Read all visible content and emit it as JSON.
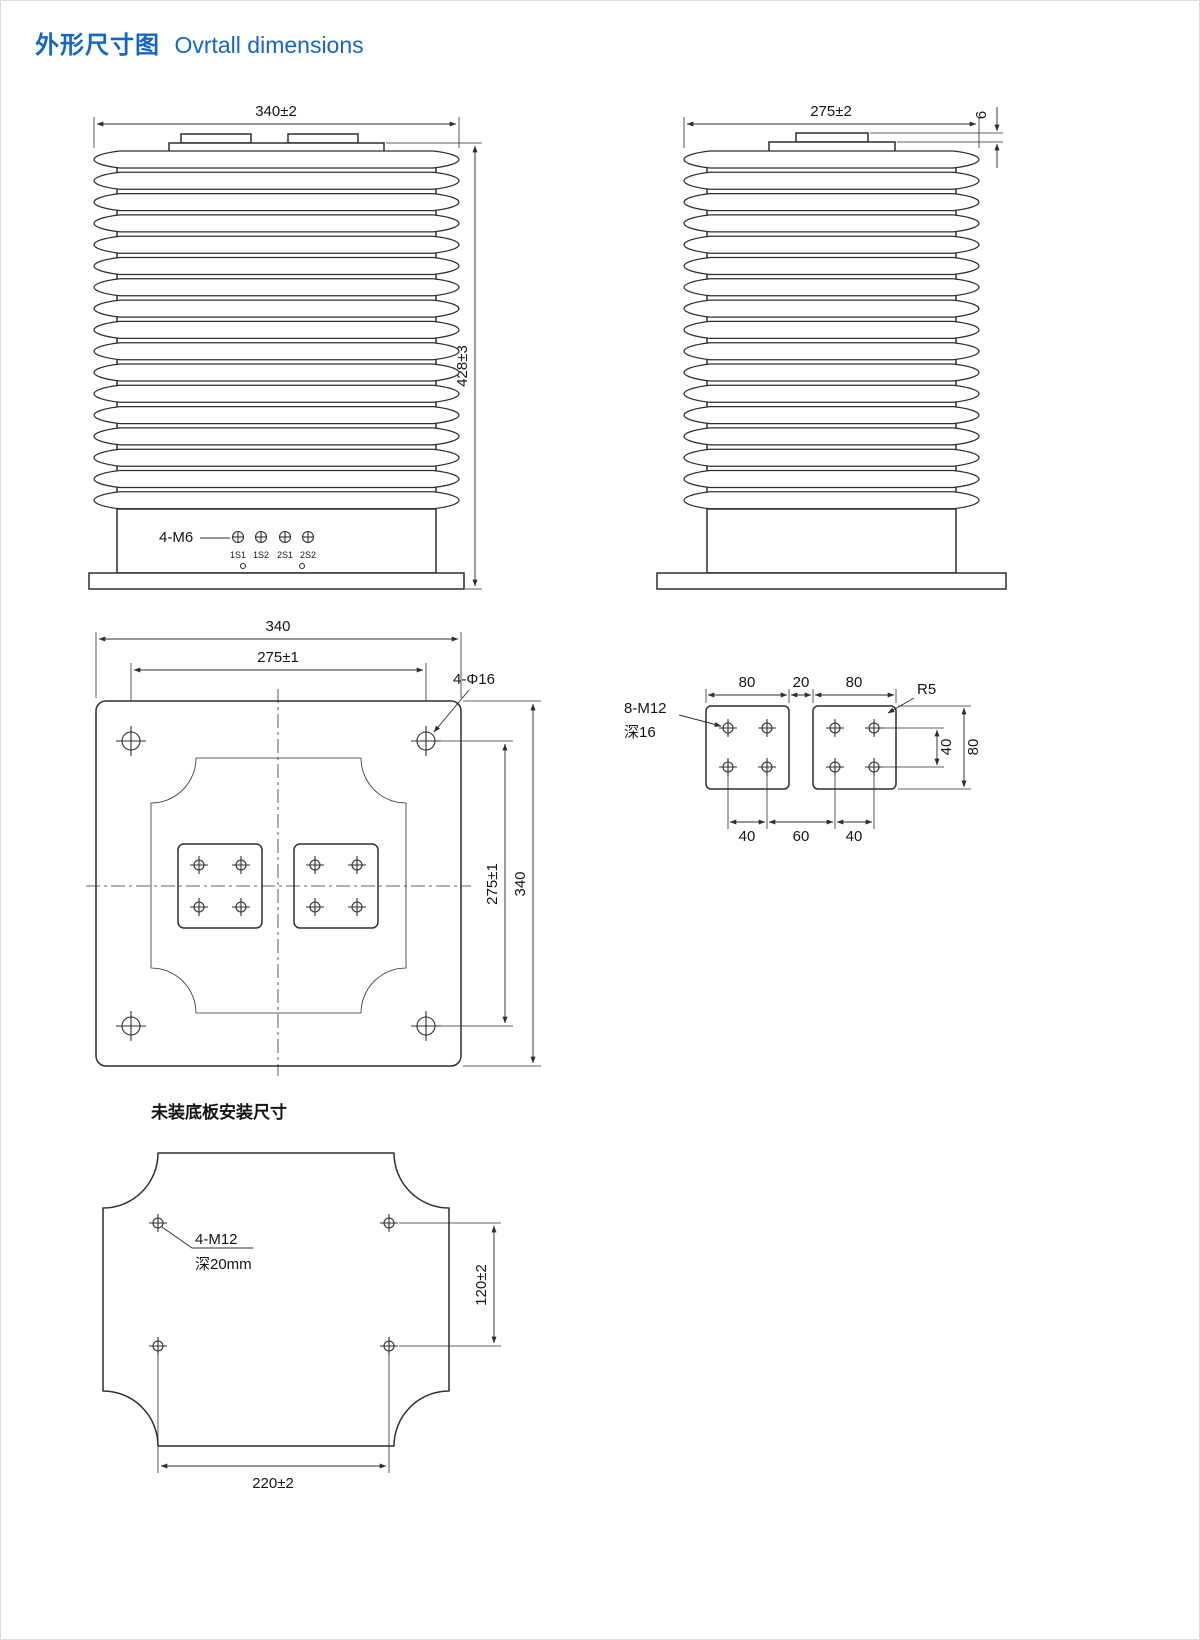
{
  "page": {
    "title_zh": "外形尺寸图",
    "title_en": "Ovrtall dimensions"
  },
  "front_view": {
    "dim_width": "340±2",
    "dim_height": "428±3",
    "bolt_label": "4-M6",
    "terminals": [
      "1S1",
      "1S2",
      "2S1",
      "2S2"
    ]
  },
  "side_view": {
    "dim_width": "275±2",
    "dim_plate_thickness": "6"
  },
  "plan_view": {
    "dim_overall_width": "340",
    "dim_hole_spacing_h": "275±1",
    "hole_label": "4-Φ16",
    "dim_hole_spacing_v": "275±1",
    "dim_overall_height": "340"
  },
  "pad_detail": {
    "dim_pad_width_left": "80",
    "dim_gap": "20",
    "dim_pad_width_right": "80",
    "radius_label": "R5",
    "thread_label": "8-M12",
    "depth_label": "深16",
    "dim_hole_v": "40",
    "dim_pad_height": "80",
    "dim_hole_left": "40",
    "dim_hole_mid": "60",
    "dim_hole_right": "40"
  },
  "bottom_view": {
    "title": "未装底板安装尺寸",
    "thread_label": "4-M12",
    "depth_label": "深20mm",
    "dim_vertical": "120±2",
    "dim_horizontal": "220±2"
  }
}
